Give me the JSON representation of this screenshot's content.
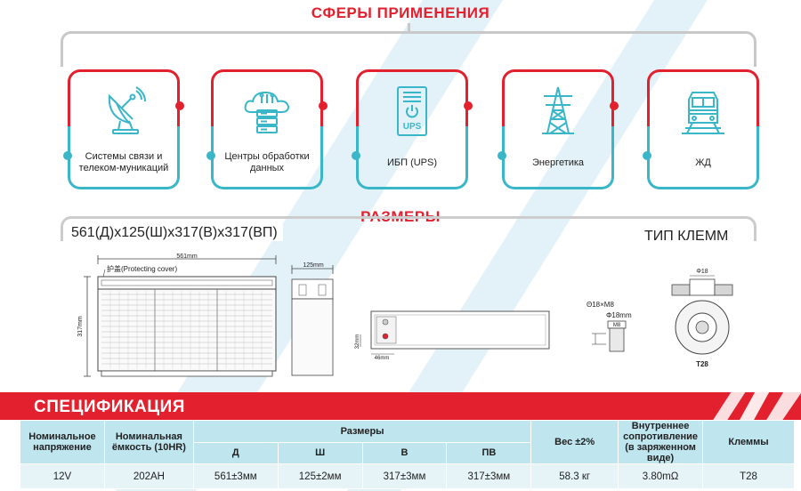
{
  "spheres": {
    "title": "СФЕРЫ ПРИМЕНЕНИЯ",
    "items": [
      {
        "label": "Системы связи и телеком-муникаций",
        "icon": "satellite-dish-icon"
      },
      {
        "label": "Центры обработки данных",
        "icon": "cloud-server-icon"
      },
      {
        "label": "ИБП (UPS)",
        "icon": "ups-icon"
      },
      {
        "label": "Энергетика",
        "icon": "power-tower-icon"
      },
      {
        "label": "ЖД",
        "icon": "train-icon"
      }
    ]
  },
  "dimensions": {
    "title": "РАЗМЕРЫ",
    "text": "561(Д)х125(Ш)х317(В)х317(ВП)",
    "terminal_type": "ТИП КЛЕММ",
    "drawing": {
      "length_mark": "561mm",
      "cover_label": "护盖(Protecting cover)",
      "height_mark": "317mm",
      "width_mark": "125mm",
      "term_hole": "Θ18×M8",
      "term_diameter": "Φ18mm",
      "term_m8": "M8",
      "term_small_dims": [
        "32mm",
        "46mm"
      ],
      "t28_top": "Φ18",
      "t28_name": "T28"
    }
  },
  "spec": {
    "title": "СПЕЦИФИКАЦИЯ",
    "headers": {
      "voltage": "Номинальное напряжение",
      "capacity": "Номинальная ёмкость (10HR)",
      "dims": "Размеры",
      "d": "Д",
      "w": "Ш",
      "h": "В",
      "hp": "ПВ",
      "weight": "Вес ±2%",
      "resistance": "Внутреннее сопротивление (в заряженном виде)",
      "terminals": "Клеммы"
    },
    "row": {
      "voltage": "12V",
      "capacity": "202AH",
      "d": "561±3мм",
      "w": "125±2мм",
      "h": "317±3мм",
      "hp": "317±3мм",
      "weight": "58.3 кг",
      "resistance": "3.80mΩ",
      "terminals": "T28"
    }
  },
  "colors": {
    "accent_red": "#e3202d",
    "accent_blue": "#3ab6c9",
    "header_blue": "#bfe5ef",
    "bracket_gray": "#c8c8c8"
  }
}
